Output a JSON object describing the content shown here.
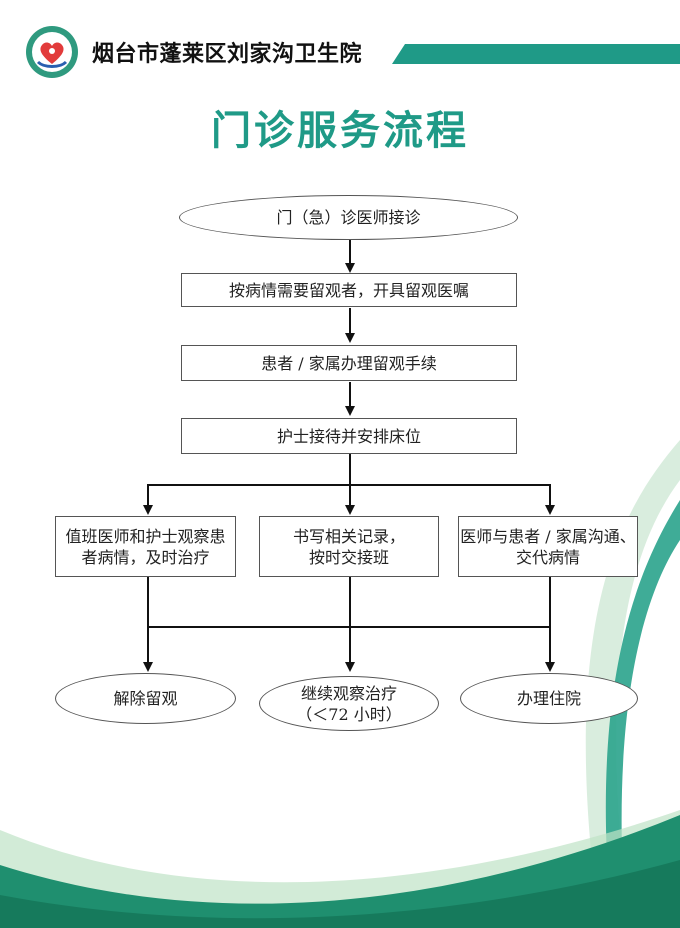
{
  "header": {
    "hospital_name": "烟台市蓬莱区刘家沟卫生院"
  },
  "title": "门诊服务流程",
  "flow": {
    "start": "门（急）诊医师接诊",
    "step1": "按病情需要留观者，开具留观医嘱",
    "step2": "患者 / 家属办理留观手续",
    "step3": "护士接待并安排床位",
    "branch_left": "值班医师和护士观察患\n者病情，及时治疗",
    "branch_middle": "书写相关记录，\n按时交接班",
    "branch_right": "医师与患者 / 家属沟通、\n交代病情",
    "end_left": "解除留观",
    "end_middle": "继续观察治疗\n（＜72 小时）",
    "end_right": "办理住院"
  },
  "colors": {
    "accent": "#1f9a87",
    "accent_light": "#a8d8b8",
    "wave_dark": "#1f8f6f"
  }
}
